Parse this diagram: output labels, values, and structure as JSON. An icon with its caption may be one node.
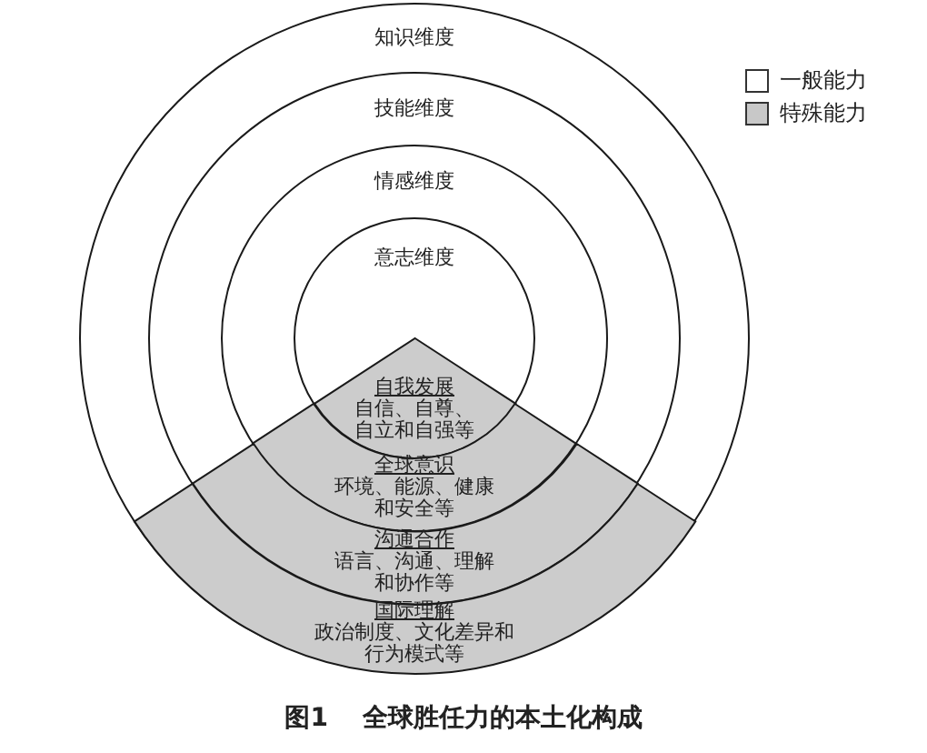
{
  "diagram": {
    "caption": "图1 全球胜任力的本土化构成",
    "nodes": [
      {
        "text": [
          "知识维度"
        ]
      },
      {
        "text": [
          "技能维度"
        ],
        "in": 0
      },
      {
        "text": [
          "情感维度"
        ],
        "in": 1
      },
      {
        "text": [
          "意志维度"
        ],
        "in": 2
      },
      {
        "text": [
          "自我发展",
          "自信、自尊、自立和自强等"
        ],
        "in": 3
      },
      {
        "text": [
          "全球意识",
          "环境、能源、健康和安全等"
        ],
        "in": 2
      },
      {
        "text": [
          "沟通合作",
          "语言、沟通、理解和协作等"
        ],
        "in": 1
      },
      {
        "text": [
          "国际理解",
          "政治制度、文化差异和行为模式等"
        ],
        "in": 0
      }
    ],
    "legend": [
      {
        "text": "一般能力",
        "color": "#ffffff"
      },
      {
        "text": "特殊能力",
        "color": "#c8c8c8"
      }
    ]
  }
}
